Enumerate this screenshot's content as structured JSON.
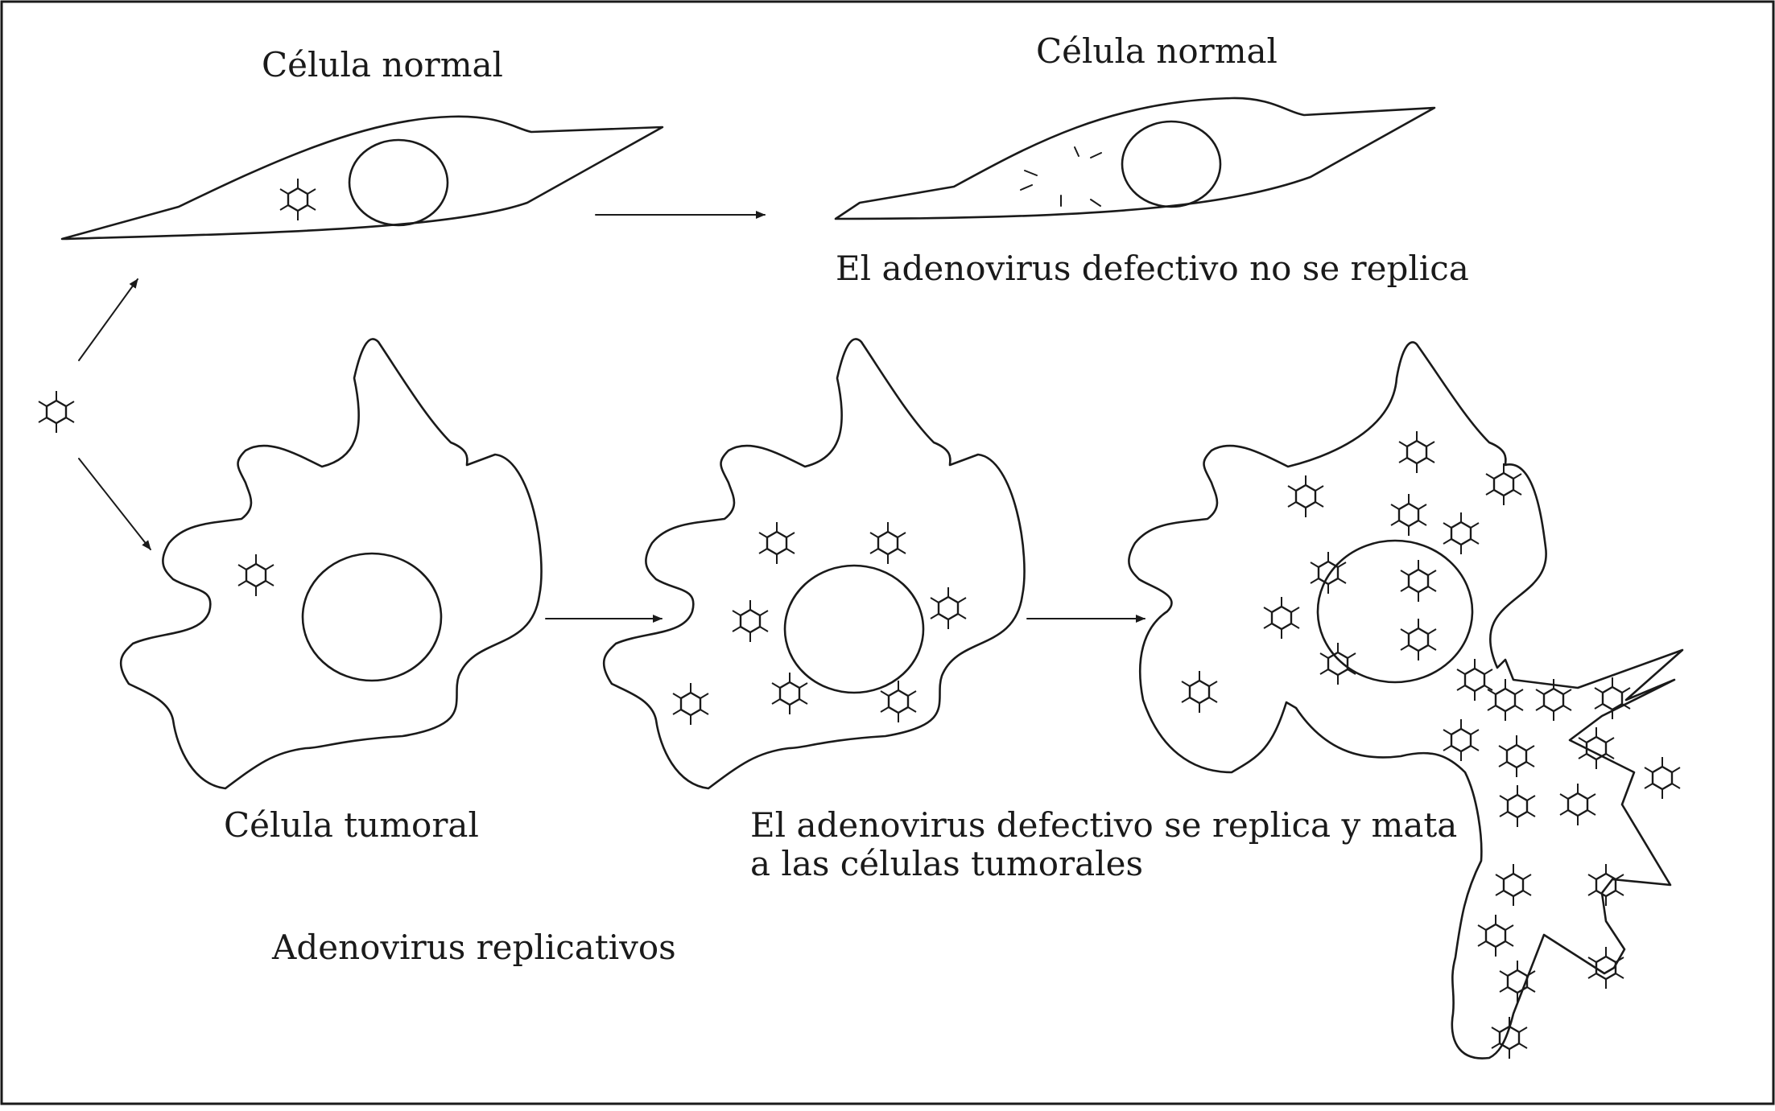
{
  "labels": {
    "normal_cell_left": "Célula normal",
    "normal_cell_right": "Célula normal",
    "no_replication": "El adenovirus defectivo no se replica",
    "tumor_cell": "Célula tumoral",
    "replication_line1": "El adenovirus defectivo se replica y mata",
    "replication_line2": "a las células tumorales",
    "caption": "Adenovirus replicativos"
  },
  "colors": {
    "ink": "#1a1a1a",
    "background": "#ffffff"
  },
  "icons": {
    "virus": "adenovirus-hexagon-icon"
  }
}
